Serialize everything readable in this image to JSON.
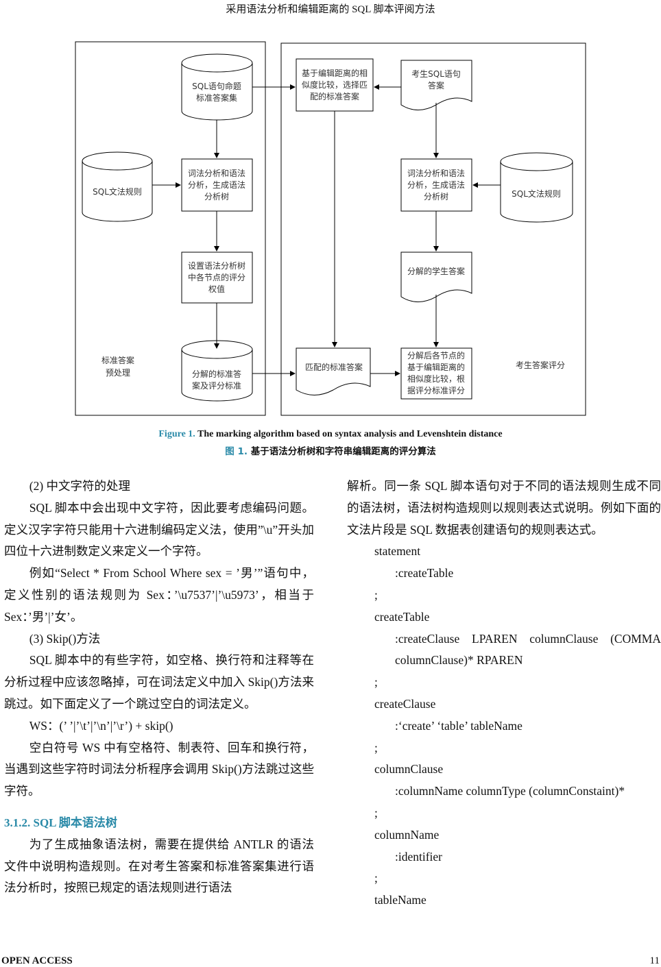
{
  "header": {
    "running_title": "采用语法分析和编辑距离的 SQL 脚本评阅方法"
  },
  "figure": {
    "left_group_label": [
      "标准答案",
      "预处理"
    ],
    "right_group_label": [
      "考生答案评分"
    ],
    "nodes": {
      "std_set": [
        "SQL语句命题",
        "标准答案集"
      ],
      "grammar_left": [
        "SQL文法规则"
      ],
      "parse_left": [
        "词法分析和语法",
        "分析，生成语法",
        "分析树"
      ],
      "set_weights": [
        "设置语法分析树",
        "中各节点的评分",
        "权值"
      ],
      "decomposed_std": [
        "分解的标准答",
        "案及评分标准"
      ],
      "select_match": [
        "基于编辑距离的相",
        "似度比较，选择匹",
        "配的标准答案"
      ],
      "student_sql": [
        "考生SQL语句",
        "答案"
      ],
      "parse_right": [
        "词法分析和语法",
        "分析，生成语法",
        "分析树"
      ],
      "grammar_right": [
        "SQL文法规则"
      ],
      "decomposed_student": [
        "分解的学生答案"
      ],
      "matched_std": [
        "匹配的标准答案"
      ],
      "score": [
        "分解后各节点的",
        "基于编辑距离的",
        "相似度比较，根",
        "据评分标准评分"
      ]
    },
    "caption_en_label": "Figure 1.",
    "caption_en": "The marking algorithm based on syntax analysis and Levenshtein distance",
    "caption_zh_label": "图 1.",
    "caption_zh": "基于语法分析树和字符串编辑距离的评分算法"
  },
  "left_column": {
    "p1": "(2)  中文字符的处理",
    "p2": "SQL 脚本中会出现中文字符，因此要考虑编码问题。定义汉字字符只能用十六进制编码定义法，使用”\\u”开头加四位十六进制数定义来定义一个字符。",
    "p3": "例如“Select * From School Where sex = ’男’”语句中，定义性别的语法规则为 Sex：’\\u7537’|’\\u5973’，相当于 Sex：’男’|’女’。",
    "p4": "(3) Skip()方法",
    "p5": "SQL 脚本中的有些字符，如空格、换行符和注释等在分析过程中应该忽略掉，可在词法定义中加入 Skip()方法来跳过。如下面定义了一个跳过空白的词法定义。",
    "p6": "WS：(’ ’|’\\t’|’\\n’|’\\r’) + skip()",
    "p7": "空白符号 WS 中有空格符、制表符、回车和换行符，当遇到这些字符时词法分析程序会调用 Skip()方法跳过这些字符。",
    "heading": "3.1.2. SQL 脚本语法树",
    "p8": "为了生成抽象语法树，需要在提供给 ANTLR 的语法文件中说明构造规则。在对考生答案和标准答案集进行语法分析时，按照已规定的语法规则进行语法"
  },
  "right_column": {
    "p1": "解析。同一条 SQL 脚本语句对于不同的语法规则生成不同的语法树，语法树构造规则以规则表达式说明。例如下面的文法片段是 SQL 数据表创建语句的规则表达式。",
    "code": [
      {
        "t": "statement",
        "in": false
      },
      {
        "t": ":createTable",
        "in": true
      },
      {
        "t": ";",
        "in": false
      },
      {
        "t": "createTable",
        "in": false
      },
      {
        "t": ":createClause LPAREN columnClause (COMMA columnClause)* RPAREN",
        "in": true
      },
      {
        "t": ";",
        "in": false
      },
      {
        "t": "createClause",
        "in": false
      },
      {
        "t": ":‘create’ ‘table’ tableName",
        "in": true
      },
      {
        "t": ";",
        "in": false
      },
      {
        "t": "columnClause",
        "in": false
      },
      {
        "t": ":columnName columnType (columnConstaint)*",
        "in": true
      },
      {
        "t": ";",
        "in": false
      },
      {
        "t": "columnName",
        "in": false
      },
      {
        "t": ":identifier",
        "in": true
      },
      {
        "t": ";",
        "in": false
      },
      {
        "t": "tableName",
        "in": false
      }
    ]
  },
  "footer": {
    "left": "OPEN ACCESS",
    "page": "11"
  }
}
